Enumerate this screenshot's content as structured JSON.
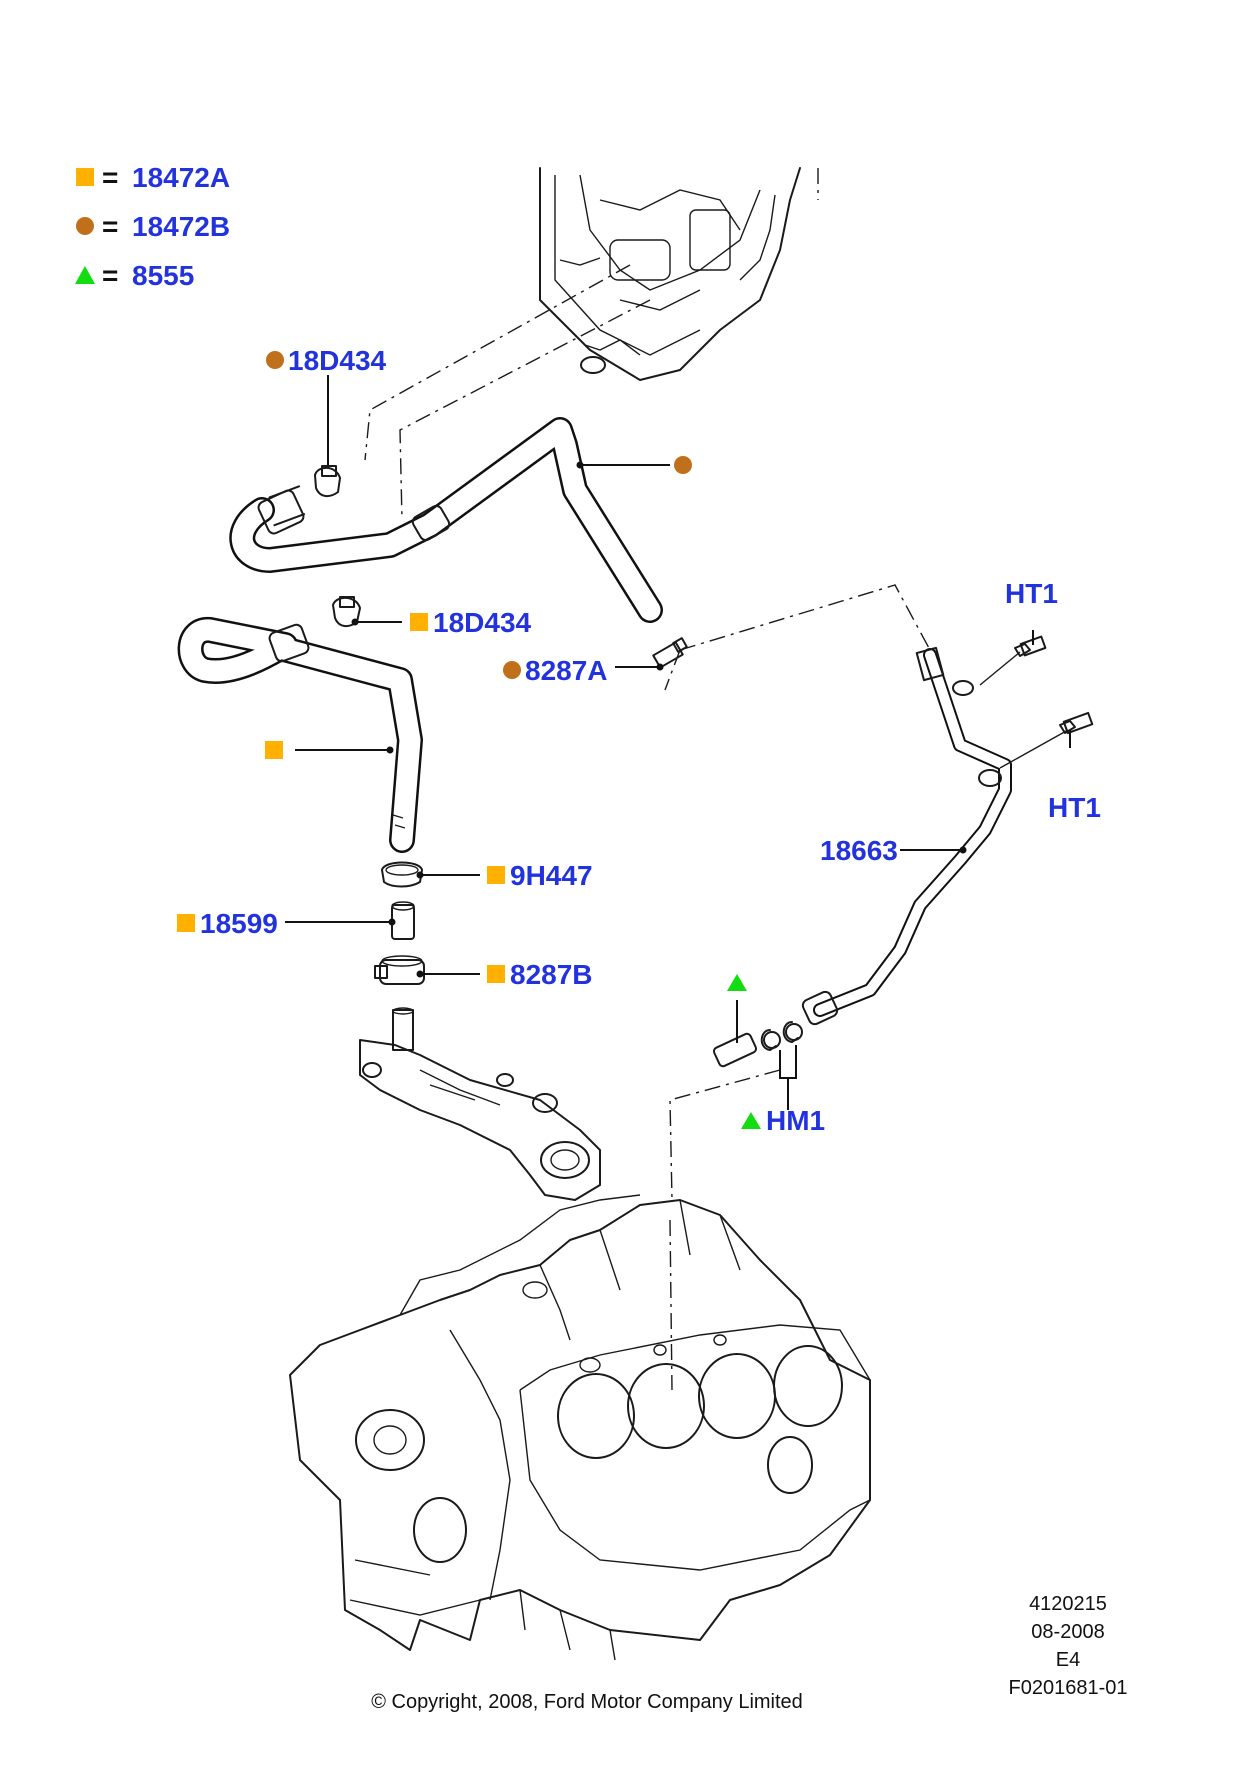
{
  "colors": {
    "callout_text": "#2233dd",
    "square_marker": "#ffb000",
    "circle_marker": "#c0701a",
    "triangle_marker": "#11dd11"
  },
  "legend": [
    {
      "shape": "square",
      "eq": "=",
      "part": "18472A"
    },
    {
      "shape": "circle",
      "eq": "=",
      "part": "18472B"
    },
    {
      "shape": "triangle",
      "eq": "=",
      "part": "8555"
    }
  ],
  "callouts": {
    "c18D434_top": "18D434",
    "c18D434_mid": "18D434",
    "c8287A": "8287A",
    "cHT1_top": "HT1",
    "cHT1_right": "HT1",
    "c18663": "18663",
    "c9H447": "9H447",
    "c18599": "18599",
    "c8287B": "8287B",
    "cHM1": "HM1"
  },
  "footer": {
    "number": "4120215",
    "date": "08-2008",
    "code": "E4",
    "figure": "F0201681-01",
    "copyright": "© Copyright, 2008, Ford Motor Company Limited"
  }
}
